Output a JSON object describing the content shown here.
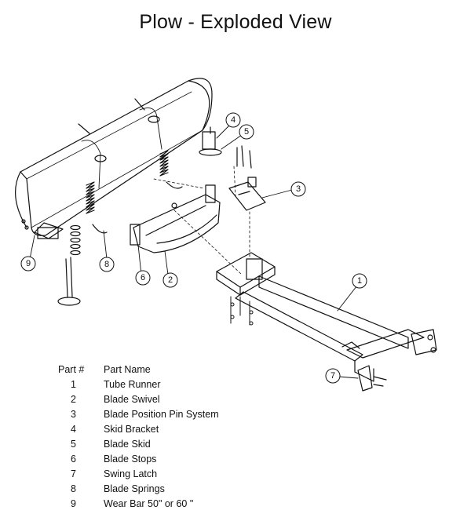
{
  "title": "Plow - Exploded View",
  "callouts": [
    "1",
    "2",
    "3",
    "4",
    "5",
    "6",
    "7",
    "8",
    "9"
  ],
  "legend": {
    "header_part": "Part #",
    "header_name": "Part Name",
    "rows": [
      {
        "num": "1",
        "name": "Tube Runner"
      },
      {
        "num": "2",
        "name": "Blade Swivel"
      },
      {
        "num": "3",
        "name": "Blade Position Pin System"
      },
      {
        "num": "4",
        "name": "Skid Bracket"
      },
      {
        "num": "5",
        "name": "Blade Skid"
      },
      {
        "num": "6",
        "name": "Blade Stops"
      },
      {
        "num": "7",
        "name": "Swing Latch"
      },
      {
        "num": "8",
        "name": "Blade Springs"
      },
      {
        "num": "9",
        "name": "Wear Bar 50\" or 60 \""
      }
    ]
  }
}
